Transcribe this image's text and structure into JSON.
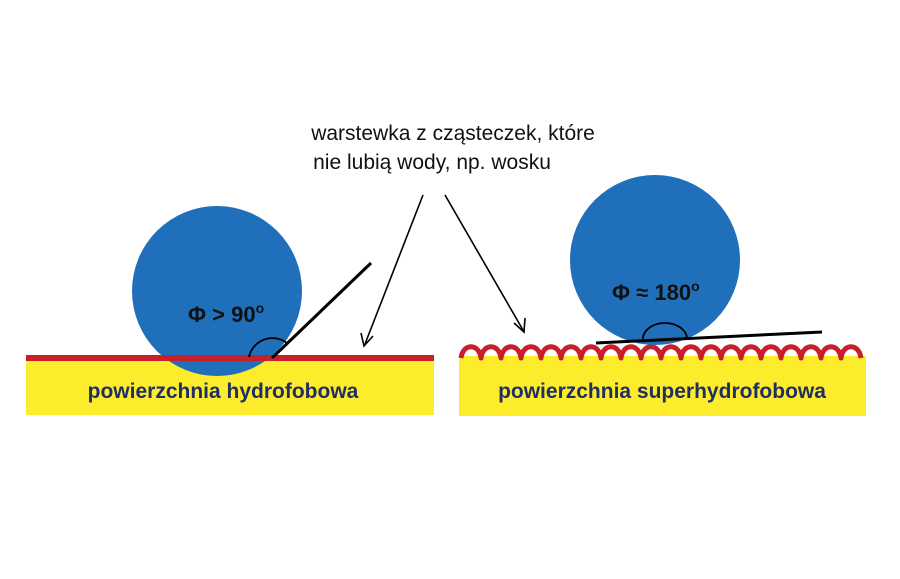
{
  "caption": {
    "line1": "warstewka z cząsteczek, które",
    "line2": "nie lubią wody, np. wosku"
  },
  "left_panel": {
    "surface_label": "powierzchnia hydrofobowa",
    "angle_text": "Φ > 90",
    "angle_degree": "o"
  },
  "right_panel": {
    "surface_label": "powierzchnia superhydrofobowa",
    "angle_text": "Φ ≈ 180",
    "angle_degree": "o"
  },
  "colors": {
    "droplet": "#1f6fba",
    "substrate": "#fcec2b",
    "wax_layer": "#c8202a",
    "label_text": "#1f2f63",
    "lines": "#000000"
  }
}
